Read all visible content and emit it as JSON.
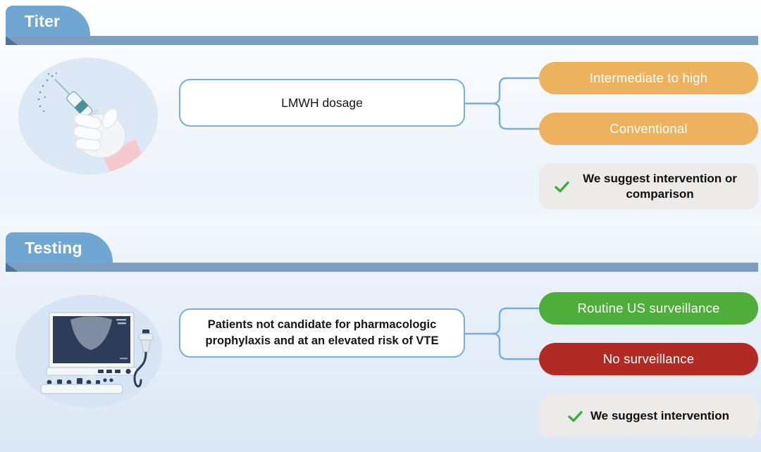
{
  "figure": {
    "colors": {
      "tab_blue": "#6fa6d2",
      "bar_blue": "#7c9ec0",
      "bar_fold": "#4f7396",
      "connector_blue": "#76aedc",
      "suggestion_bg": "#ecebe9",
      "check_green": "#43a93c",
      "orange": "#ecb25e",
      "green": "#4fae3a",
      "red": "#b12a23"
    },
    "sections": [
      {
        "tab_label": "Titer",
        "illustration_icon": "syringe-in-hand-icon",
        "node_label": "LMWH dosage",
        "options": [
          {
            "label": "Intermediate to high",
            "color": "#ecb25e"
          },
          {
            "label": "Conventional",
            "color": "#ecb25e"
          }
        ],
        "suggestion": {
          "icon": "check-icon",
          "text": "We suggest intervention or comparison"
        }
      },
      {
        "tab_label": "Testing",
        "illustration_icon": "ultrasound-machine-icon",
        "node_label": "Patients not candidate for pharmacologic prophylaxis and at an elevated risk of VTE",
        "options": [
          {
            "label": "Routine US surveillance",
            "color": "#4fae3a"
          },
          {
            "label": "No surveillance",
            "color": "#b12a23"
          }
        ],
        "suggestion": {
          "icon": "check-icon",
          "text": "We suggest intervention"
        }
      }
    ]
  }
}
